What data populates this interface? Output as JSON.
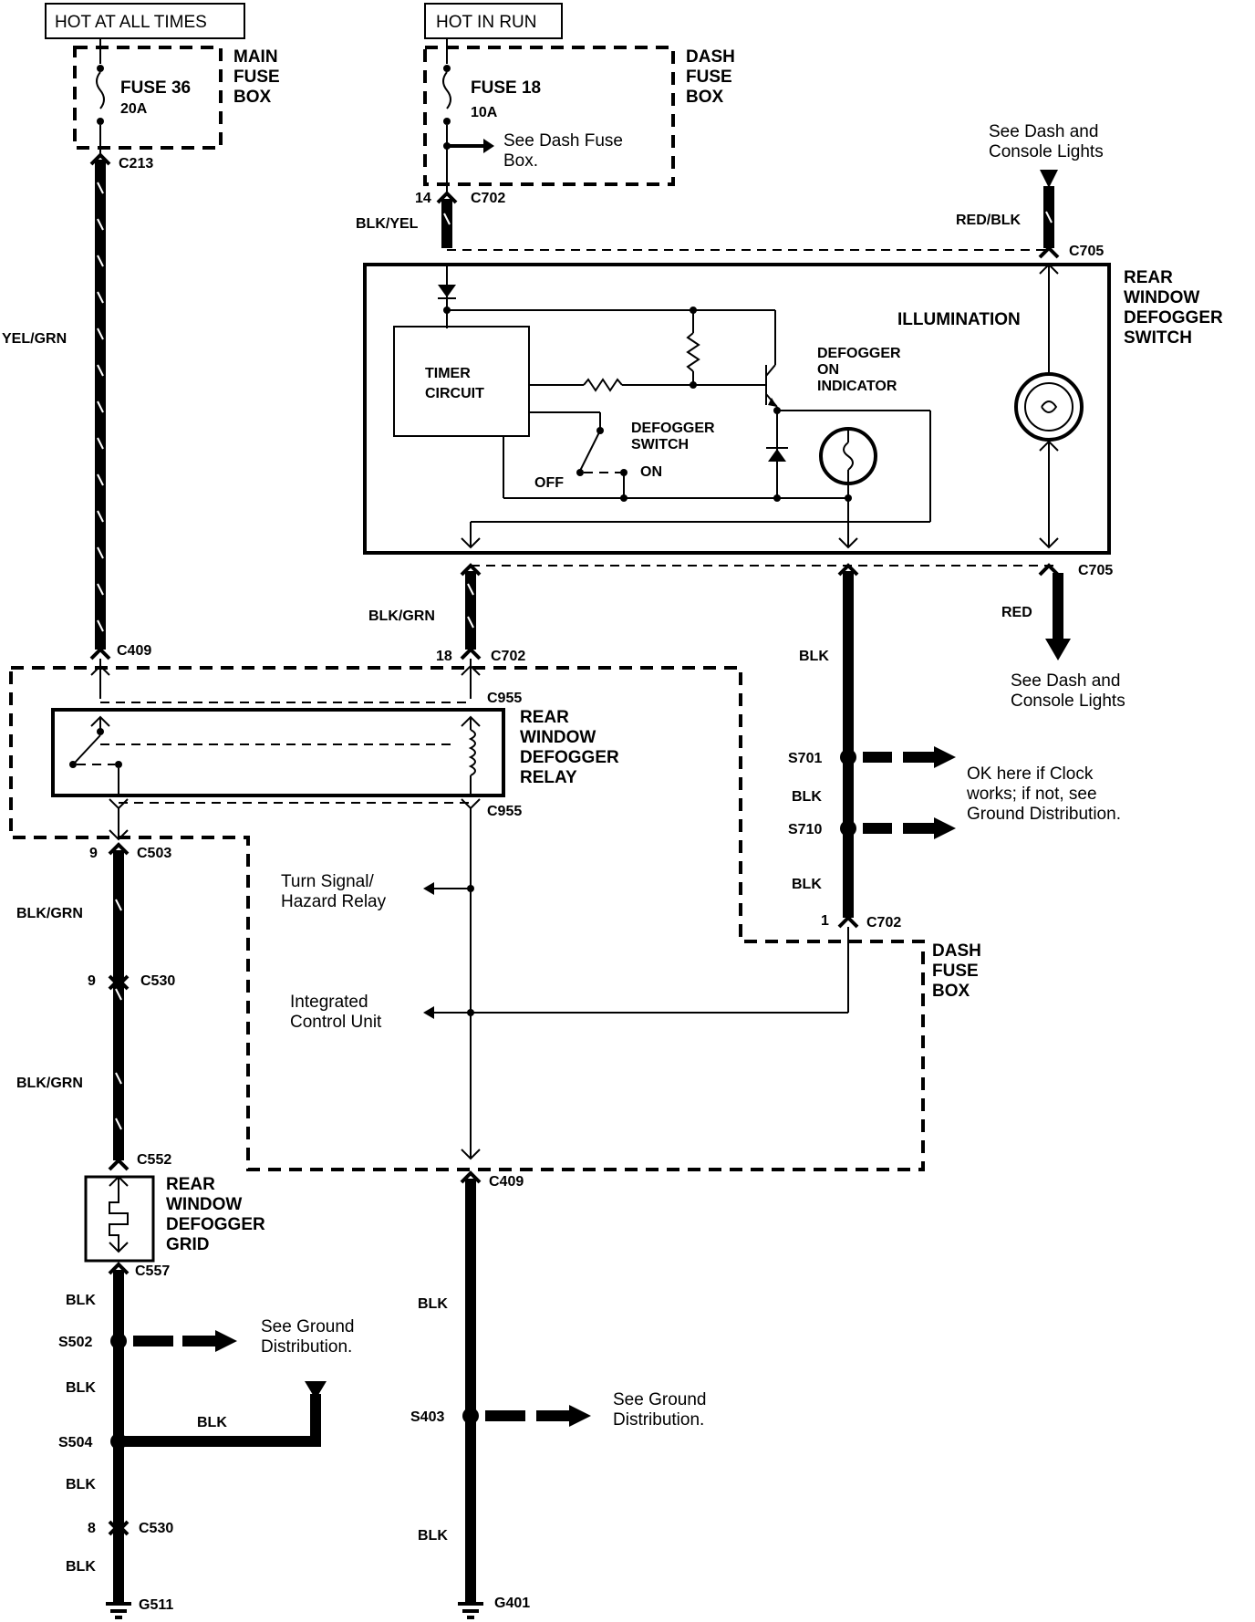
{
  "power": {
    "hot_all_times": "HOT AT ALL TIMES",
    "hot_in_run": "HOT IN RUN"
  },
  "fuses": {
    "main_fuse": "FUSE 36",
    "main_rating": "20A",
    "main_box": [
      "MAIN",
      "FUSE",
      "BOX"
    ],
    "dash_fuse": "FUSE 18",
    "dash_rating": "10A",
    "dash_box": [
      "DASH",
      "FUSE",
      "BOX"
    ],
    "see_dash_fuse": [
      "See Dash Fuse",
      "Box."
    ]
  },
  "connectors": {
    "c213": "C213",
    "c702": "C702",
    "c705": "C705",
    "c409": "C409",
    "c955": "C955",
    "c503": "C503",
    "c530": "C530",
    "c552": "C552",
    "c557": "C557",
    "g511": "G511",
    "g401": "G401",
    "pin14": "14",
    "pin18": "18",
    "pin9": "9",
    "pin1": "1",
    "pin8": "8"
  },
  "wires": {
    "yel_grn": "YEL/GRN",
    "blk_yel": "BLK/YEL",
    "red_blk": "RED/BLK",
    "blk_grn": "BLK/GRN",
    "blk": "BLK",
    "red": "RED"
  },
  "splices": {
    "s701": "S701",
    "s710": "S710",
    "s502": "S502",
    "s504": "S504",
    "s403": "S403"
  },
  "switch": {
    "title": [
      "REAR",
      "WINDOW",
      "DEFOGGER",
      "SWITCH"
    ],
    "illumination": "ILLUMINATION",
    "timer": [
      "TIMER",
      "CIRCUIT"
    ],
    "defogger_switch": [
      "DEFOGGER",
      "SWITCH"
    ],
    "on_indicator": [
      "DEFOGGER",
      "ON",
      "INDICATOR"
    ],
    "off": "OFF",
    "on": "ON"
  },
  "relay": {
    "title": [
      "REAR",
      "WINDOW",
      "DEFOGGER",
      "RELAY"
    ]
  },
  "grid": {
    "title": [
      "REAR",
      "WINDOW",
      "DEFOGGER",
      "GRID"
    ]
  },
  "refs": {
    "see_dash_console_top": [
      "See Dash and",
      "Console Lights"
    ],
    "see_dash_console_bottom": [
      "See Dash and",
      "Console Lights"
    ],
    "ok_clock": [
      "OK here if Clock",
      "works; if not, see",
      "Ground Distribution."
    ],
    "turn_signal": [
      "Turn Signal/",
      "Hazard Relay"
    ],
    "icu": [
      "Integrated",
      "Control Unit"
    ],
    "see_ground_1": [
      "See Ground",
      "Distribution."
    ],
    "see_ground_2": [
      "See Ground",
      "Distribution."
    ]
  }
}
